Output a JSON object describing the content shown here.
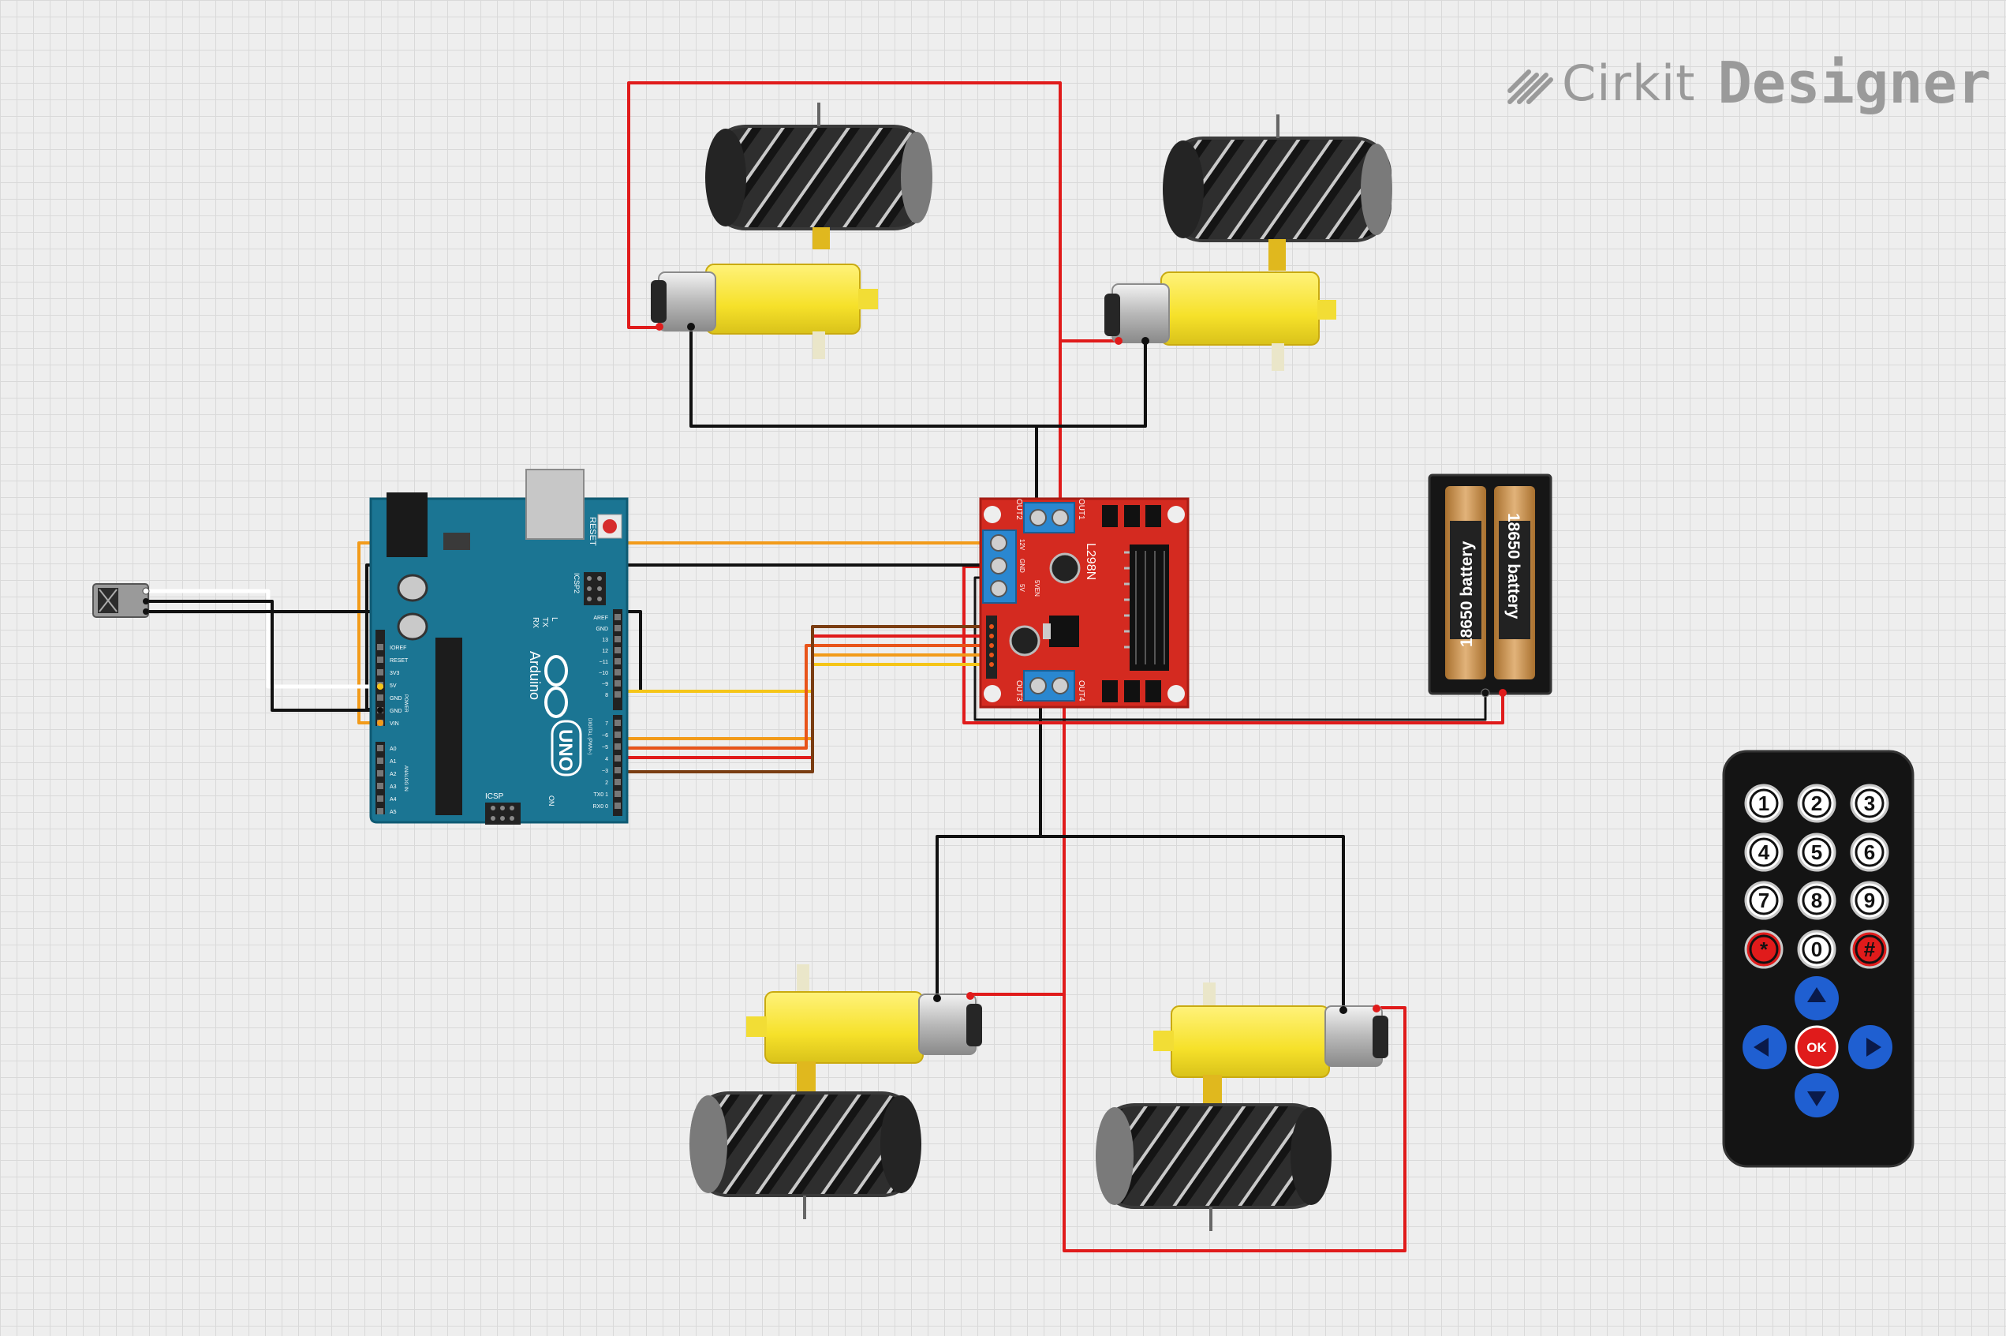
{
  "brand": {
    "name": "Cirkit",
    "product": "Designer",
    "logo_icon": "cirkit-stripes-icon",
    "color": "#9a9a9a"
  },
  "arduino": {
    "reset_label": "RESET",
    "brand_text": "Arduino",
    "model_text": "UNO",
    "on_label": "ON",
    "icsp_label": "ICSP",
    "icsp2_label": "ICSP2",
    "tx_label": "TX",
    "rx_label": "RX",
    "l_label": "L",
    "power_pins": [
      "IOREF",
      "RESET",
      "3V3",
      "5V",
      "GND",
      "GND",
      "VIN"
    ],
    "analog_pins": [
      "A0",
      "A1",
      "A2",
      "A3",
      "A4",
      "A5"
    ],
    "digital_pins": [
      "AREF",
      "GND",
      "13",
      "12",
      "~11",
      "~10",
      "~9",
      "8",
      "7",
      "~6",
      "~5",
      "4",
      "~3",
      "2",
      "TX0 1",
      "RX0 0"
    ],
    "power_group_label": "POWER",
    "analog_group_label": "ANALOG IN",
    "digital_group_label": "DIGITAL (PWM~)",
    "board_color": "#1b7593"
  },
  "driver": {
    "model": "L298N",
    "out1": "OUT1",
    "out2": "OUT2",
    "out3": "OUT3",
    "out4": "OUT4",
    "pin_12v": "12V",
    "pin_gnd": "GND",
    "pin_5v": "5V",
    "pin_5ven": "5VEN",
    "board_color": "#d42a20"
  },
  "battery": {
    "cell1": "18650 battery",
    "cell2": "18650 battery"
  },
  "remote": {
    "keys": [
      "1",
      "2",
      "3",
      "4",
      "5",
      "6",
      "7",
      "8",
      "9",
      "*",
      "0",
      "#"
    ],
    "ok_label": "OK",
    "nav": [
      "up-arrow-icon",
      "left-arrow-icon",
      "right-arrow-icon",
      "down-arrow-icon"
    ]
  },
  "wire_colors": {
    "power": "#e01b1b",
    "ground": "#111111",
    "signal_orange": "#f29b1a",
    "signal_yellow": "#f5c518",
    "signal_red_orange": "#e8541a",
    "signal_brown": "#7a3d12",
    "signal_white": "#ffffff"
  }
}
